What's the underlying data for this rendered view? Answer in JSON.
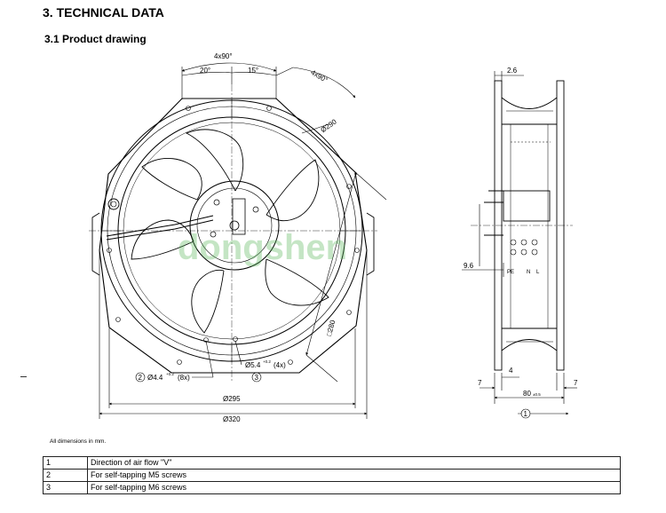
{
  "heading": "3. TECHNICAL DATA",
  "subheading": "3.1 Product drawing",
  "dimensions": {
    "angle_4x90_top": "4x90°",
    "angle_4x90_right": "4x90°",
    "angle_20": "20°",
    "angle_15": "15°",
    "dia_290": "Ø290",
    "square_280": "□280",
    "hole_44": "Ø4.4",
    "hole_44_tol": "+0.2",
    "hole_44_qty": "(8x)",
    "hole_54": "Ø5.4",
    "hole_54_tol": "+0.2",
    "hole_54_qty": "(4x)",
    "dia_295": "Ø295",
    "dia_320": "Ø320",
    "side_26": "2.6",
    "side_96": "9.6",
    "side_4": "4",
    "side_7_left": "7",
    "side_7_right": "7",
    "side_80": "80",
    "side_80_tol": "±0.5",
    "terminal_pe": "PE",
    "terminal_n": "N",
    "terminal_l": "L"
  },
  "callouts": {
    "c1": "1",
    "c2": "2",
    "c3": "3"
  },
  "watermark": "dongshen",
  "note": "All dimensions in mm.",
  "legend": [
    {
      "num": "1",
      "text": "Direction of air flow \"V\""
    },
    {
      "num": "2",
      "text": "For self-tapping M5 screws"
    },
    {
      "num": "3",
      "text": "For self-tapping M6 screws"
    }
  ]
}
